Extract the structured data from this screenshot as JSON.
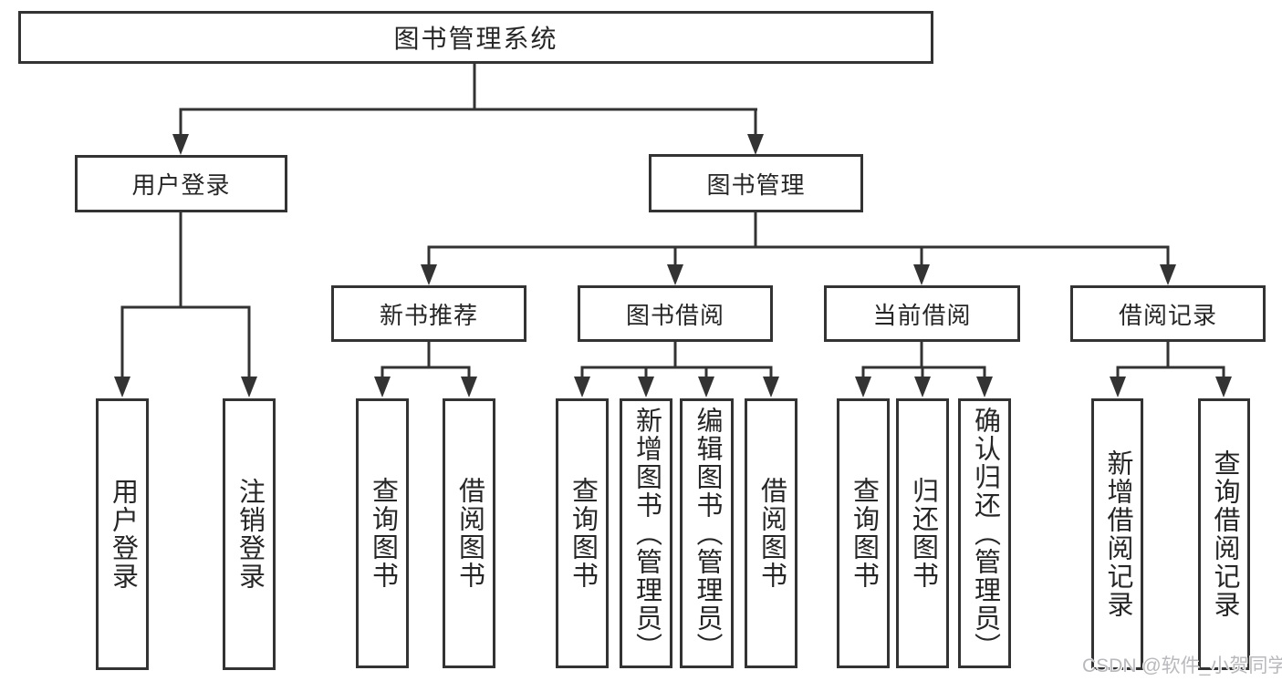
{
  "nodes": {
    "root": "图书管理系统",
    "user_login": "用户登录",
    "book_manage": "图书管理",
    "login_children": [
      "用户登录",
      "注销登录"
    ],
    "recommend": "新书推荐",
    "recommend_children": [
      "查询图书",
      "借阅图书"
    ],
    "borrow": "图书借阅",
    "borrow_children": [
      "查询图书",
      "新增图书（管理员）",
      "编辑图书（管理员）",
      "借阅图书"
    ],
    "current": "当前借阅",
    "current_children": [
      "查询图书",
      "归还图书",
      "确认归还（管理员）"
    ],
    "record": "借阅记录",
    "record_children": [
      "新增借阅记录",
      "查询借阅记录"
    ]
  },
  "watermark": {
    "text": "CSDN @软件_小贺同学"
  },
  "colors": {
    "line": "#333333",
    "text": "#262626",
    "background": "#ffffff",
    "watermark_text": "#b9b9bd"
  }
}
